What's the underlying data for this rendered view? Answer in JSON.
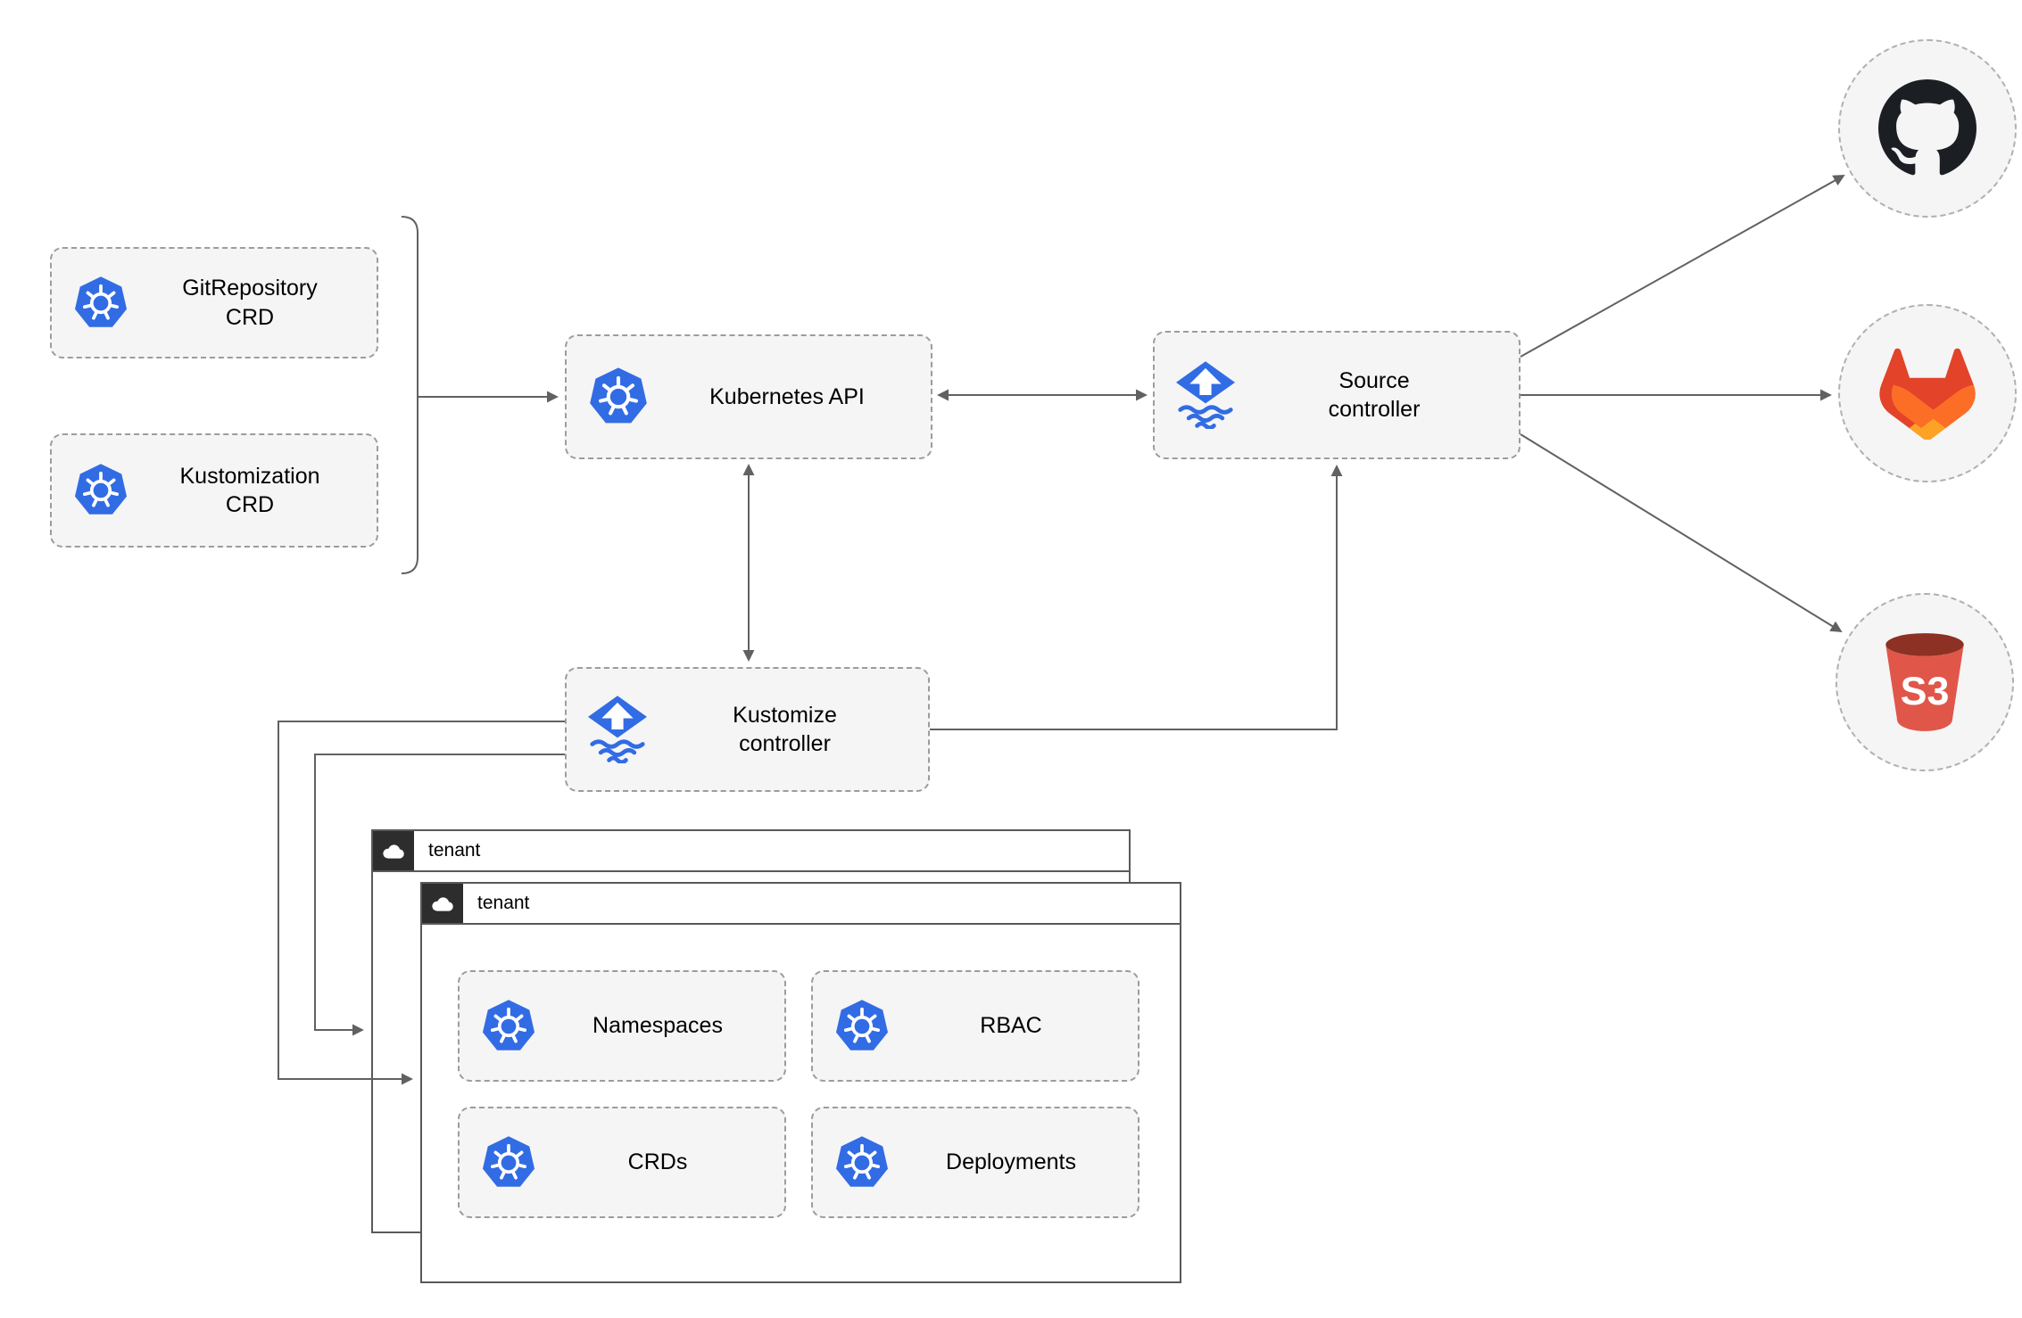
{
  "diagram": {
    "type": "architecture-diagram",
    "background": "#ffffff",
    "connector_color": "#616161",
    "node_fill": "#f5f5f5"
  },
  "nodes": {
    "gitrepository_crd": {
      "label": "GitRepository CRD",
      "icon": "kubernetes-icon"
    },
    "kustomization_crd": {
      "label": "Kustomization CRD",
      "icon": "kubernetes-icon"
    },
    "kubernetes_api": {
      "label": "Kubernetes API",
      "icon": "kubernetes-icon"
    },
    "source_controller": {
      "label": "Source controller",
      "icon": "flux-icon"
    },
    "kustomize_controller": {
      "label": "Kustomize controller",
      "icon": "flux-icon"
    }
  },
  "tenants": [
    {
      "label": "tenant",
      "icon": "cloud-icon"
    },
    {
      "label": "tenant",
      "icon": "cloud-icon",
      "resources": [
        {
          "label": "Namespaces",
          "icon": "kubernetes-icon"
        },
        {
          "label": "RBAC",
          "icon": "kubernetes-icon"
        },
        {
          "label": "CRDs",
          "icon": "kubernetes-icon"
        },
        {
          "label": "Deployments",
          "icon": "kubernetes-icon"
        }
      ]
    }
  ],
  "external_sources": [
    {
      "name": "github",
      "icon": "github-icon"
    },
    {
      "name": "gitlab",
      "icon": "gitlab-icon"
    },
    {
      "name": "s3",
      "icon": "s3-bucket-icon",
      "icon_text": "S3"
    }
  ],
  "edges": [
    {
      "from": "crd-group",
      "to": "kubernetes_api",
      "arrows": "end"
    },
    {
      "from": "kubernetes_api",
      "to": "source_controller",
      "arrows": "both"
    },
    {
      "from": "kubernetes_api",
      "to": "kustomize_controller",
      "arrows": "both"
    },
    {
      "from": "kustomize_controller",
      "to": "source_controller",
      "arrows": "end"
    },
    {
      "from": "source_controller",
      "to": "github",
      "arrows": "end"
    },
    {
      "from": "source_controller",
      "to": "gitlab",
      "arrows": "end"
    },
    {
      "from": "source_controller",
      "to": "s3",
      "arrows": "end"
    },
    {
      "from": "kustomize_controller",
      "to": "tenant-back",
      "arrows": "end"
    },
    {
      "from": "kustomize_controller",
      "to": "tenant-front",
      "arrows": "end"
    }
  ],
  "colors": {
    "kubernetes_blue": "#326ce5",
    "flux_blue": "#316ce4",
    "github_dark": "#1b1f23",
    "gitlab_red": "#e24329",
    "gitlab_orange": "#fc6d26",
    "gitlab_yellow": "#fca326",
    "s3_body_red": "#e0574a",
    "s3_rim_dark": "#8c3123"
  }
}
